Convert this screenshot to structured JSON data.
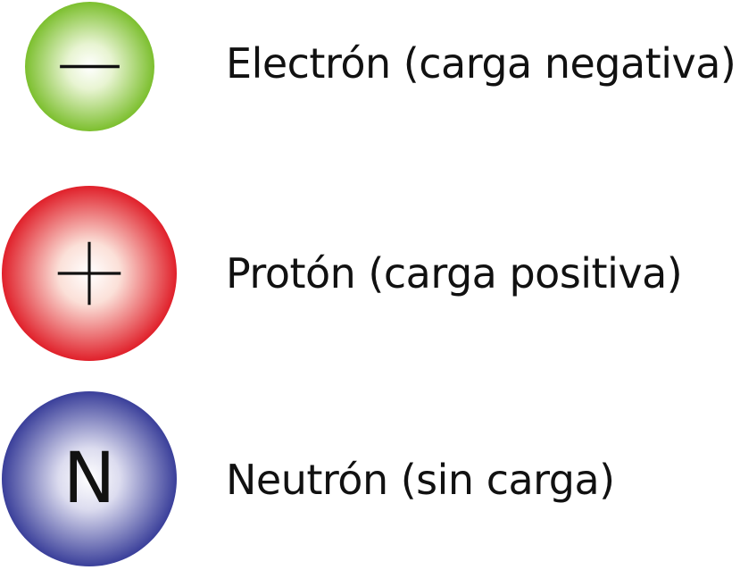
{
  "legend": {
    "items": [
      {
        "id": "electron",
        "symbol": "minus-sign",
        "color": "#7cbf2e",
        "label": "Electrón (carga negativa)"
      },
      {
        "id": "proton",
        "symbol": "plus-sign",
        "color": "#e0202a",
        "label": "Protón (carga positiva)"
      },
      {
        "id": "neutron",
        "symbol": "N",
        "color": "#3a3f9a",
        "label": "Neutrón (sin carga)"
      }
    ]
  }
}
